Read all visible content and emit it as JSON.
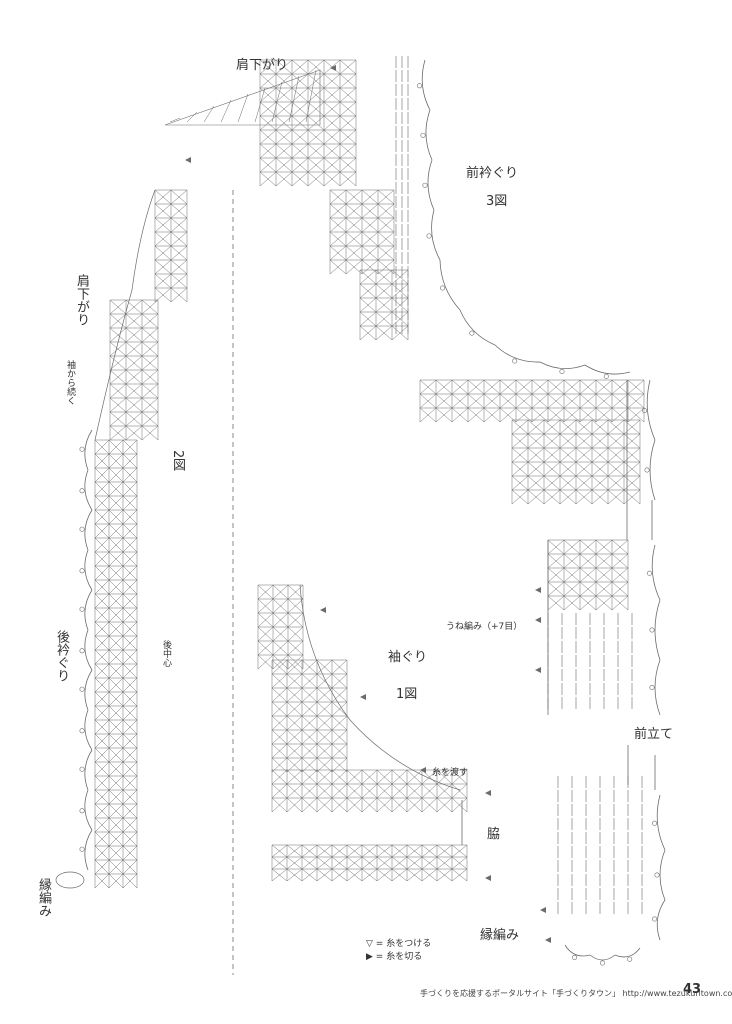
{
  "labels": {
    "shoulder_slope_top": "肩下がり",
    "shoulder_slope_left": "肩下がり",
    "front_neckline": "前衿ぐり",
    "fig3": "3図",
    "fig2": "2図",
    "back_neckline": "後衿ぐり",
    "armhole": "袖ぐり",
    "fig1": "1図",
    "attach_yarn": "糸を渡す",
    "side": "脇",
    "front_band": "前立て",
    "edging_bottom": "縁編み",
    "edging_left": "縁編み",
    "rib_stitch": "うね編み（+7目）",
    "from_sleeve": "袖から続く",
    "center_back": "後中心"
  },
  "legend": {
    "attach": "= 糸をつける",
    "cut": "= 糸を切る"
  },
  "footer": {
    "text": "手づくりを応援するポータルサイト「手づくりタウン」 http://www.tezukuritown.com",
    "page": "43"
  }
}
